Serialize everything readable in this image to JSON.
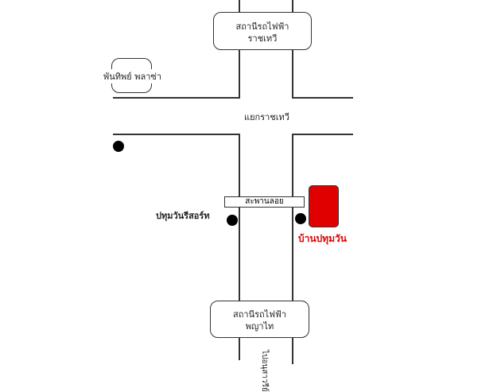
{
  "stations": {
    "top": {
      "line1": "สถานีรถไฟฟ้า",
      "line2": "ราชเทวี"
    },
    "bottom": {
      "line1": "สถานีรถไฟฟ้า",
      "line2": "พญาไท"
    }
  },
  "landmarks": {
    "pantip": "พันทิพย์ พลาซ่า",
    "intersection": "แยกราชเทวี",
    "bridge": "สะพานลอย",
    "resort": "ปทุมวันรีสอร์ท",
    "destination": "บ้านปทุมวัน",
    "direction": "ไปอนุสาวรีย์"
  },
  "colors": {
    "destination": "#e00000",
    "roads": "#333333"
  }
}
